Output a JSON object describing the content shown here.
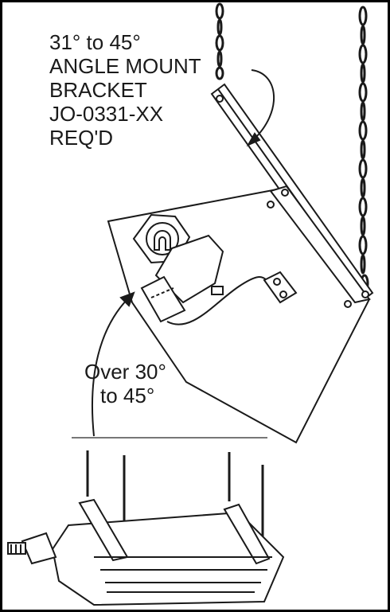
{
  "callout_top": {
    "line1": "31° to 45°",
    "line2": "ANGLE MOUNT",
    "line3": "BRACKET",
    "line4": "JO-0331-XX",
    "line5": "REQ'D"
  },
  "callout_angle": {
    "line1": "Over 30°",
    "line2": "to 45°"
  },
  "colors": {
    "ink": "#1a1a1a",
    "frame": "#000000",
    "fill": "#ffffff",
    "light_line": "#777777"
  }
}
